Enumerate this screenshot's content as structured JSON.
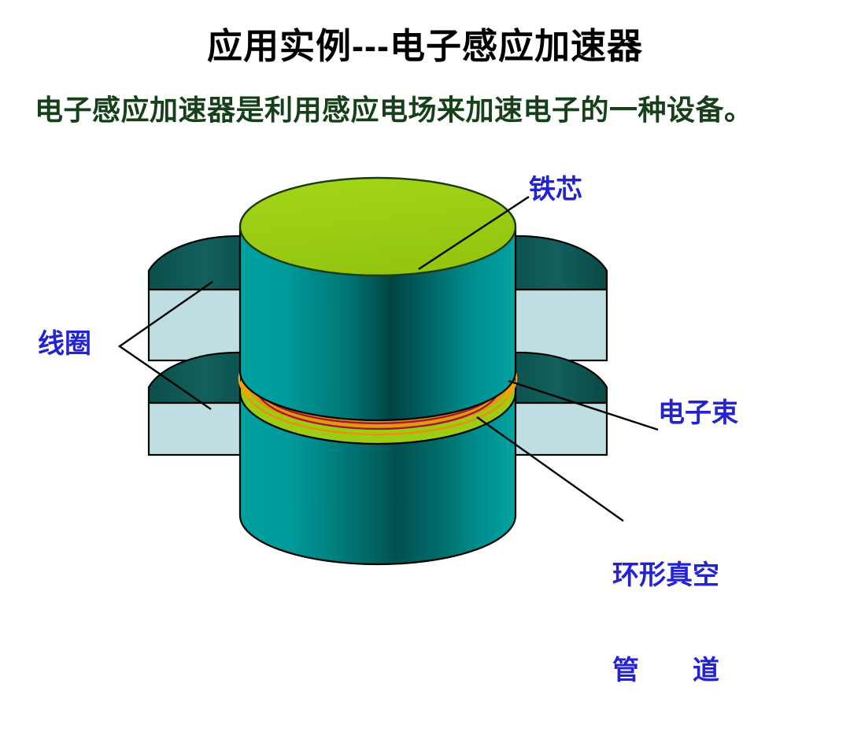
{
  "slide": {
    "title": "应用实例---电子感应加速器",
    "body": "电子感应加速器是利用感应电场来加速电子的一种设备。",
    "title_color": "#000000",
    "body_color": "#16401a",
    "background": "#ffffff"
  },
  "labels": {
    "iron_core": "铁芯",
    "coil": "线圈",
    "electron_beam": "电子束",
    "vacuum_tube_line1": "环形真空",
    "vacuum_tube_line2": "管　　道",
    "color": "#2323d0"
  },
  "diagram": {
    "name": "betatron-cutaway-diagram",
    "colors": {
      "core_top_green": "#9ACD13",
      "core_body_teal_light": "#009C9C",
      "core_body_teal_dark": "#014443",
      "pole_dark_teal": "#0F5755",
      "coil_fill": "#BEDEE2",
      "outline": "#000000",
      "ring_amber": "#E8930F",
      "ring_band": "#EAF4F8",
      "beam_line": "#9B1B30"
    },
    "parts": [
      {
        "name": "iron-core-top-cylinder",
        "label_ref": "iron_core"
      },
      {
        "name": "iron-core-bottom-cylinder",
        "label_ref": "iron_core"
      },
      {
        "name": "upper-coil-slab",
        "label_ref": "coil"
      },
      {
        "name": "lower-coil-slab",
        "label_ref": "coil"
      },
      {
        "name": "toroidal-vacuum-tube-ring",
        "label_ref": "vacuum_tube_line1"
      },
      {
        "name": "electron-beam-orbits",
        "label_ref": "electron_beam",
        "orbit_count": 3
      }
    ]
  }
}
